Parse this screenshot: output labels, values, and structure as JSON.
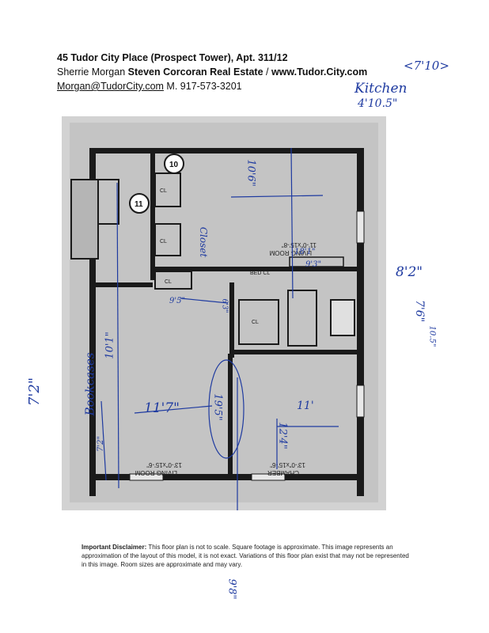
{
  "header": {
    "title": "45 Tudor City Place (Prospect Tower), Apt. 311/12",
    "agents_plain": "Sherrie Morgan ",
    "agents_bold": "Steven Corcoran Real Estate",
    "agents_sep": " / ",
    "website": "www.Tudor.City.com",
    "email": "Morgan@TudorCity.com",
    "mobile": " M. 917-573-3201"
  },
  "floorplan": {
    "rooms": {
      "living_room_small": {
        "name": "LIVING ROOM",
        "dims": "11'-0\"x15'-8\""
      },
      "living_room": {
        "name": "LIVING ROOM",
        "dims": "13'-0\"x15'-6\""
      },
      "chamber": {
        "name": "CHAMBER",
        "dims": "13'-0\"x15'-6\""
      }
    },
    "labels": {
      "closet": "CL",
      "bed_closet": "BED CL",
      "unit_number": "10",
      "unit_number_b": "11"
    }
  },
  "annotations": {
    "kitchen_top": "<7'10>",
    "kitchen": "Kitchen",
    "kitchen_dim": "4'10.5\"",
    "top_dim": "10'6\"",
    "eight_two": "8'2\"",
    "right_dim": "7'6\"",
    "right_dim_b": "10.5\"",
    "closet_note": "Closet",
    "living_width": "11'7\"",
    "living_height": "10'1\"",
    "bookcases": "Bookcases",
    "seven_two": "7'2\"",
    "chamber_width": "11'",
    "chamber_height": "12'4\"",
    "hall_dim": "19'5\"",
    "bottom_dim": "9'8\"",
    "small_a": "9'5\"",
    "small_b": "6'3\"",
    "small_c": "9'3\"",
    "small_d": "18'1\"",
    "small_e": "7'2\""
  },
  "disclaimer": {
    "lead": "Important Disclaimer:",
    "body": " This floor plan is not to scale. Square footage is approximate. This image represents an approximation of the layout of this model, it is not exact. Variations of this floor plan exist that may not be represented in this image. Room sizes are approximate and may vary."
  },
  "colors": {
    "ink": "#1e3aa0",
    "scan_gray": "#c9c9c9"
  }
}
